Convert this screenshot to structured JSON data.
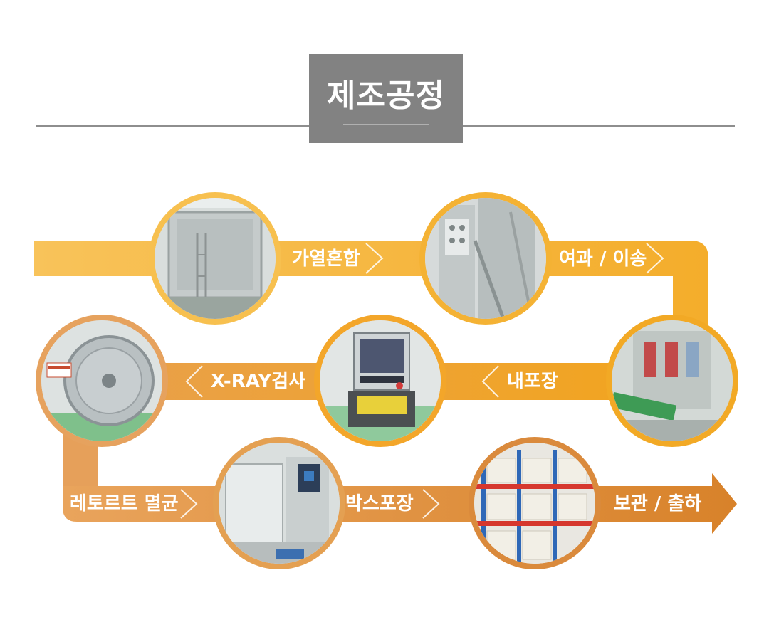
{
  "title": "제조공정",
  "colors": {
    "header_box": "#828282",
    "rule": "#8e8e8e",
    "band_top": "#f6b93b",
    "band_middle": "#f0a02a",
    "band_bottom": "#dc8a3e",
    "ring_light": "#f7c04f",
    "ring_dark": "#e39a3c"
  },
  "steps": [
    {
      "label": "가열혼합",
      "photo": "mixing-tank"
    },
    {
      "label": "여과 / 이송",
      "photo": "filter-machine"
    },
    {
      "label": "내포장",
      "photo": "inner-packaging-machine"
    },
    {
      "label": "X-RAY검사",
      "photo": "xray-inspector"
    },
    {
      "label": "레토르트 멸균",
      "photo": "retort-sterilizer"
    },
    {
      "label": "박스포장",
      "photo": "box-packaging-line"
    },
    {
      "label": "보관 / 출하",
      "photo": "warehouse-racks"
    }
  ]
}
